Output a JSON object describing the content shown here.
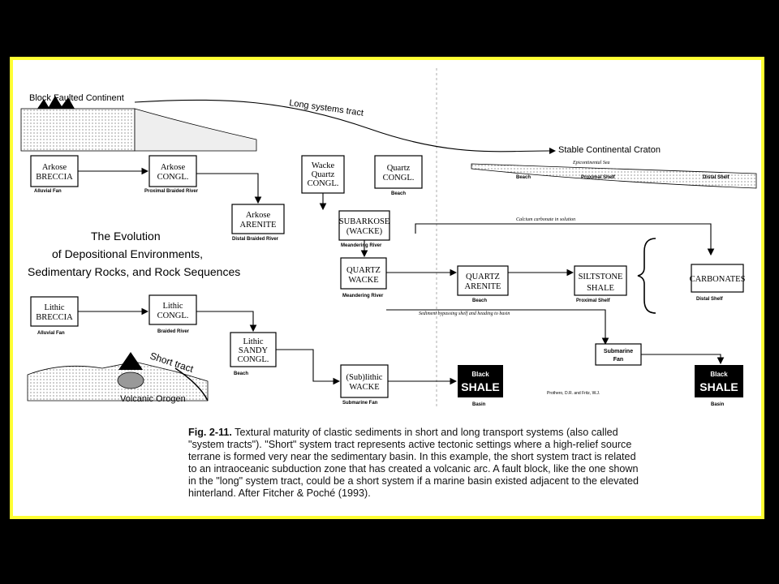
{
  "diagram": {
    "title_lines": [
      "The Evolution",
      "of Depositional Environments,",
      "Sedimentary Rocks, and Rock Sequences"
    ],
    "top_labels": {
      "block_faulted": "Block Faulted Continent",
      "long_tract": "Long systems tract",
      "stable_craton": "Stable Continental Craton",
      "epicontinental": "Epicontinental Sea",
      "beach": "Beach",
      "proximal_shelf": "Proximal Shelf",
      "distal_shelf": "Distal Shelf"
    },
    "boxes": {
      "arkose_breccia": [
        "Arkose",
        "BRECCIA"
      ],
      "arkose_congl": [
        "Arkose",
        "CONGL."
      ],
      "wacke_quartz_congl": [
        "Wacke",
        "Quartz",
        "CONGL."
      ],
      "quartz_congl": [
        "Quartz",
        "CONGL."
      ],
      "arkose_arenite": [
        "Arkose",
        "ARENITE"
      ],
      "subarkose": [
        "SUBARKOSE",
        "(WACKE)"
      ],
      "quartz_wacke": [
        "QUARTZ",
        "WACKE"
      ],
      "quartz_arenite": [
        "QUARTZ",
        "ARENITE"
      ],
      "siltstone_shale": [
        "SILTSTONE",
        "SHALE"
      ],
      "carbonates": [
        "CARBONATES"
      ],
      "lithic_breccia": [
        "Lithic",
        "BRECCIA"
      ],
      "lithic_congl": [
        "Lithic",
        "CONGL."
      ],
      "lithic_sandy": [
        "Lithic",
        "SANDY",
        "CONGL."
      ],
      "sublithic": [
        "(Sub)lithic",
        "WACKE"
      ],
      "black_shale_1": [
        "Black",
        "SHALE"
      ],
      "black_shale_2": [
        "Black",
        "SHALE"
      ],
      "submarine_fan": [
        "Submarine",
        "Fan"
      ]
    },
    "sublabels": {
      "alluvial_fan": "Alluvial Fan",
      "proximal_braided": "Proximal Braided River",
      "beach_1": "Beach",
      "distal_braided": "Distal Braided River",
      "meandering_1": "Meandering River",
      "meandering_2": "Meandering River",
      "beach_2": "Beach",
      "proximal_shelf_2": "Proximal Shelf",
      "distal_shelf_2": "Distal Shelf",
      "alluvial_fan_2": "Alluvial Fan",
      "braided_river": "Braided River",
      "beach_3": "Beach",
      "submarine_fan_2": "Submarine Fan",
      "basin_1": "Basin",
      "basin_2": "Basin"
    },
    "flow_labels": {
      "calcium": "Calcium carbonate in solution",
      "sediment_bypass": "Sediment bypassing shelf and heading to basin",
      "short_tract": "Short tract",
      "volcanic_orogen": "Volcanic Orogen",
      "citation": "Prothero, D.R. and Fritz, W.J."
    }
  },
  "caption": {
    "fig_label": "Fig. 2-11.",
    "text": " Textural maturity of clastic sediments in short and long transport systems (also called \"system tracts\"). \"Short\" system tract represents active tectonic settings where a high-relief source terrane is formed very near the sedimentary basin. In this example, the short system tract is related to an intraoceanic subduction zone that has created a volcanic arc. A fault block, like the one shown in the \"long\" system tract, could be a short system if a marine basin existed adjacent to the elevated hinterland. After Fitcher & Poché (1993)."
  }
}
